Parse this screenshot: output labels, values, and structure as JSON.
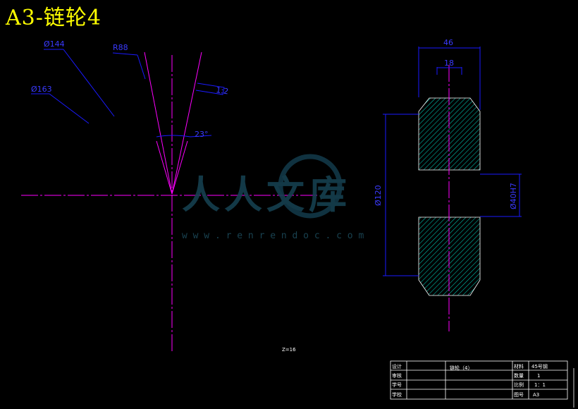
{
  "title": "A3-链轮4",
  "dimensions": {
    "d144": "Ø144",
    "r88": "R88",
    "d163": "Ø163",
    "one_two": "1:2",
    "angle": "23°",
    "width": "46",
    "hub": "18",
    "d120": "Ø120",
    "bore": "Ø40H7"
  },
  "teeth_note": "Z=16",
  "watermark": {
    "text": "人人文库",
    "url": "w w w . r e n r e n d o c . c o m"
  },
  "title_block": {
    "design_label": "设计",
    "part_name": "链轮（4）",
    "material_label": "材料",
    "material_value": "45号钢",
    "check_label": "审核",
    "qty_label": "数量",
    "qty_value": "1",
    "student_label": "学号",
    "scale_label": "比例",
    "scale_value": "1：1",
    "school_label": "学校",
    "sheet_label": "图号",
    "sheet_value": "A3"
  },
  "colors": {
    "background": "#000000",
    "title": "#ffff00",
    "dimension": "#1a1aff",
    "centerline": "#ff00ff",
    "hatch": "#00c8b4",
    "outline": "#ffffff"
  }
}
